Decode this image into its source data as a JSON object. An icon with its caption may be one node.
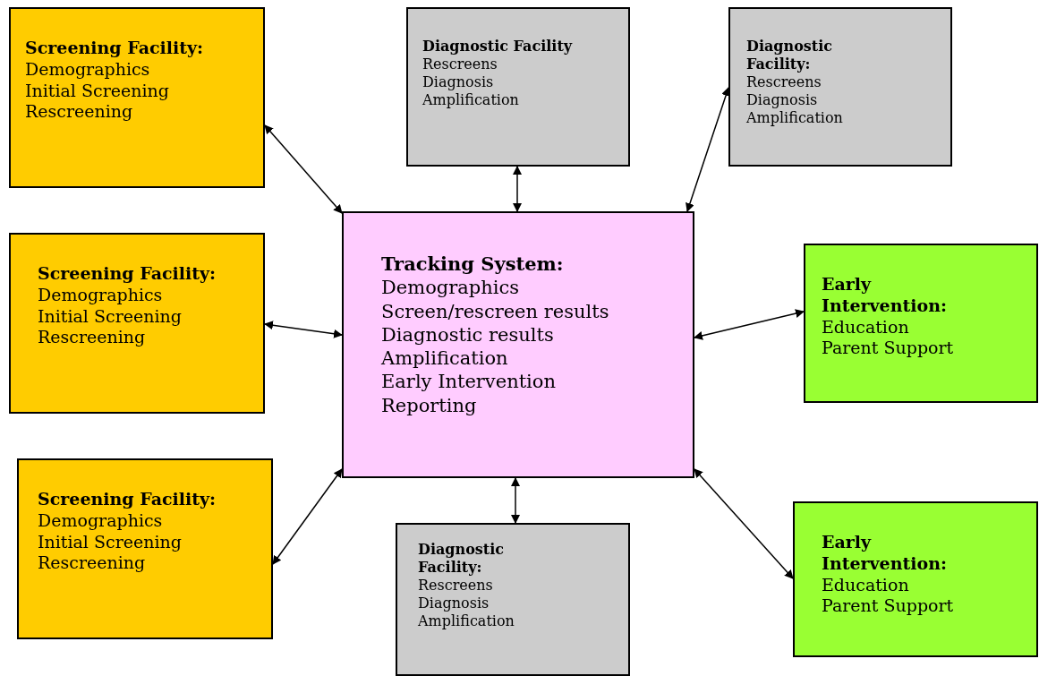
{
  "diagram": {
    "nodes": [
      {
        "text": [
          "Screening Facility:",
          "Demographics",
          "Initial Screening",
          "Rescreening"
        ]
      },
      {
        "text": [
          "Diagnostic Facility",
          "Rescreens",
          "Diagnosis",
          "Amplification"
        ]
      },
      {
        "text": [
          "Diagnostic Facility:",
          "Rescreens",
          "Diagnosis",
          "Amplification"
        ]
      },
      {
        "text": [
          "Screening Facility:",
          "Demographics",
          "Initial Screening",
          "Rescreening"
        ]
      },
      {
        "text": [
          "Tracking System:",
          "Demographics",
          "Screen/rescreen results",
          "Diagnostic results",
          "Amplification",
          "Early Intervention",
          "Reporting"
        ]
      },
      {
        "text": [
          "Early Intervention:",
          "Education",
          "Parent Support"
        ]
      },
      {
        "text": [
          "Screening Facility:",
          "Demographics",
          "Initial Screening",
          "Rescreening"
        ]
      },
      {
        "text": [
          "Diagnostic Facility:",
          "Rescreens",
          "Diagnosis",
          "Amplification"
        ]
      },
      {
        "text": [
          "Early Intervention:",
          "Education",
          "Parent Support"
        ]
      }
    ],
    "edges": [
      {
        "from": 0,
        "to": 4,
        "arrow": "both"
      },
      {
        "from": 1,
        "to": 4,
        "arrow": "both"
      },
      {
        "from": 2,
        "to": 4,
        "arrow": "both"
      },
      {
        "from": 3,
        "to": 4,
        "arrow": "both"
      },
      {
        "from": 5,
        "to": 4,
        "arrow": "both"
      },
      {
        "from": 6,
        "to": 4,
        "arrow": "both"
      },
      {
        "from": 7,
        "to": 4,
        "arrow": "both"
      },
      {
        "from": 8,
        "to": 4,
        "arrow": "both"
      }
    ]
  }
}
